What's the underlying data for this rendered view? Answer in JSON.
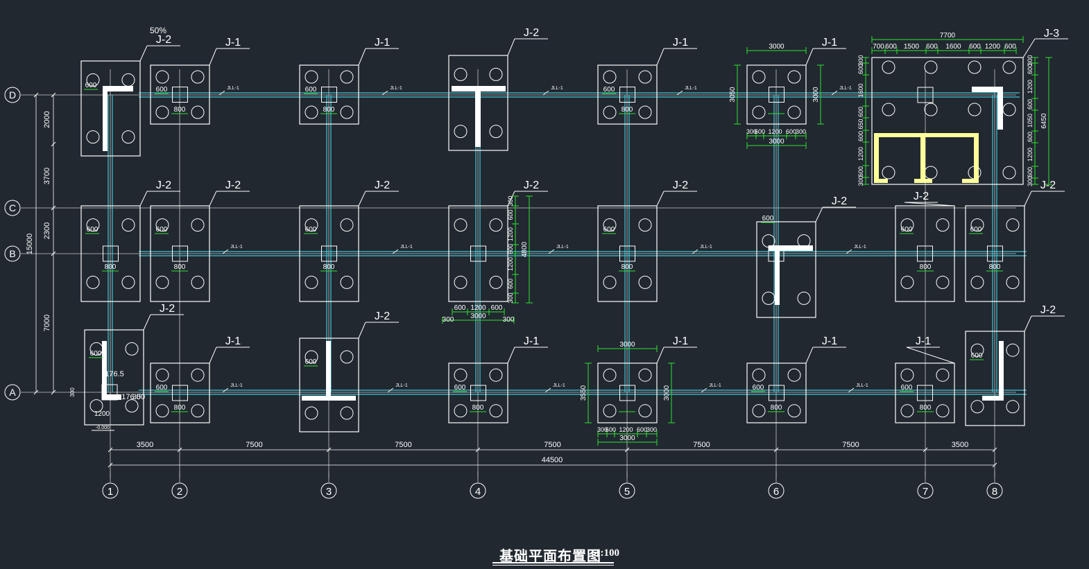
{
  "drawing": {
    "title": "基础平面布置图",
    "scale": "1:100",
    "colors": {
      "bg": "#212830",
      "line": "#ffffff",
      "grid": "#c8c8c8",
      "beam": "#41c6d6",
      "dim": "#2fe22f",
      "yellow": "#ffff99"
    }
  },
  "axes": {
    "columns": [
      "1",
      "2",
      "3",
      "4",
      "5",
      "6",
      "7",
      "8"
    ],
    "rows": [
      "D",
      "C",
      "B",
      "A"
    ],
    "column_spacings": [
      "3500",
      "7500",
      "7500",
      "7500",
      "7500",
      "7500",
      "3500"
    ],
    "total_width": "44500",
    "row_spacings": [
      "2000",
      "3700",
      "2300",
      "7000"
    ],
    "total_height": "15000"
  },
  "beam_label": "JLL-1",
  "footings": [
    {
      "tag": "J-2",
      "dims": [
        "600"
      ],
      "extra": "50%"
    },
    {
      "tag": "J-1",
      "dims": [
        "600",
        "800"
      ]
    },
    {
      "tag": "J-1",
      "dims": [
        "600",
        "800"
      ]
    },
    {
      "tag": "J-2",
      "dims": []
    },
    {
      "tag": "J-1",
      "dims": [
        "600",
        "800"
      ]
    },
    {
      "tag": "J-1",
      "dims": [
        "800"
      ]
    },
    {
      "tag": "J-3",
      "dims": []
    },
    {
      "tag": "J-2",
      "dims": [
        "600",
        "800"
      ]
    },
    {
      "tag": "J-2",
      "dims": [
        "600",
        "800"
      ]
    },
    {
      "tag": "J-2",
      "dims": [
        "600",
        "800"
      ]
    },
    {
      "tag": "J-2",
      "dims": []
    },
    {
      "tag": "J-2",
      "dims": [
        "600",
        "800"
      ]
    },
    {
      "tag": "J-2",
      "dims": [
        "600"
      ]
    },
    {
      "tag": "J-2",
      "dims": [
        "600",
        "800"
      ]
    },
    {
      "tag": "J-2",
      "dims": [
        "600",
        "800"
      ]
    },
    {
      "tag": "J-2",
      "dims": [
        "600",
        "176.5",
        "176.5",
        "300",
        "300",
        "1200"
      ]
    },
    {
      "tag": "J-1",
      "dims": [
        "600",
        "800"
      ]
    },
    {
      "tag": "J-2",
      "dims": [
        "600"
      ]
    },
    {
      "tag": "J-1",
      "dims": [
        "600",
        "800"
      ]
    },
    {
      "tag": "J-1",
      "dims": [
        "800"
      ]
    },
    {
      "tag": "J-1",
      "dims": [
        "600",
        "800"
      ]
    },
    {
      "tag": "J-1",
      "dims": [
        "600",
        "800"
      ]
    },
    {
      "tag": "J-2",
      "dims": [
        "600"
      ]
    }
  ],
  "dims": {
    "d6": {
      "top": "3000",
      "left": "3050",
      "right": "3000",
      "bottom_parts": [
        "300",
        "600",
        "1200",
        "600",
        "300"
      ],
      "bottom_total": "3000"
    },
    "j3": {
      "top_total": "7700",
      "top_parts": [
        "700",
        "600",
        "1500",
        "600",
        "1600",
        "600",
        "1200",
        "600"
      ],
      "left_parts": [
        "300",
        "600",
        "1600",
        "600",
        "650",
        "600",
        "1200",
        "600",
        "300"
      ],
      "right_parts": [
        "300",
        "600",
        "1200",
        "600",
        "1050",
        "600",
        "1200",
        "600",
        "300"
      ],
      "right_total": "6450"
    },
    "b4": {
      "right_parts": [
        "300",
        "600",
        "1200",
        "600",
        "1200",
        "600",
        "300"
      ],
      "right_total": "4800",
      "bottom_parts": [
        "600",
        "1200",
        "600"
      ],
      "bottom_total": "3000",
      "bottom_ends": [
        "300",
        "300"
      ]
    },
    "a5": {
      "top": "3000",
      "left": "3550",
      "right": "3000",
      "bottom_parts": [
        "300",
        "600",
        "1200",
        "600",
        "300"
      ],
      "bottom_total": "3000"
    }
  },
  "note": "-0.000"
}
